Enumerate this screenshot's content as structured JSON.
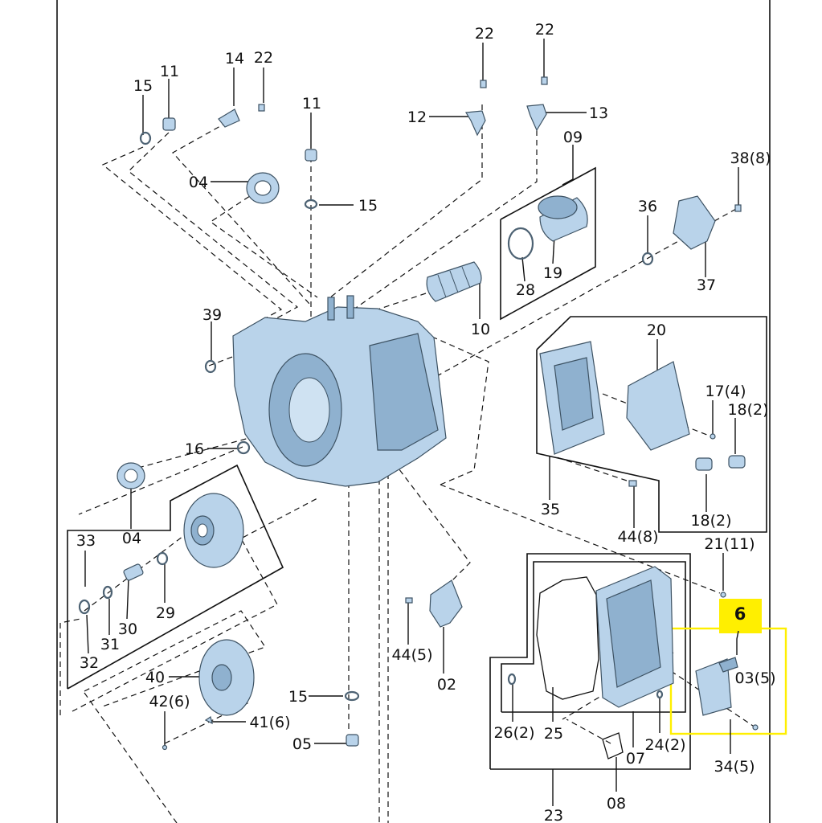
{
  "highlight": {
    "number": "6",
    "color": "#ffef00"
  },
  "labels": {
    "p15a": "15",
    "p11a": "11",
    "p14": "14",
    "p22a": "22",
    "p11b": "11",
    "p22b": "22",
    "p22c": "22",
    "p12": "12",
    "p13": "13",
    "p09": "09",
    "p38": "38(8)",
    "p04a": "04",
    "p15b": "15",
    "p36": "36",
    "p37": "37",
    "p28": "28",
    "p19": "19",
    "p10": "10",
    "p39": "39",
    "p20": "20",
    "p17": "17(4)",
    "p18a": "18(2)",
    "p16": "16",
    "p35": "35",
    "p18b": "18(2)",
    "p44a": "44(8)",
    "p04b": "04",
    "p33": "33",
    "p21": "21(11)",
    "p29": "29",
    "p30": "30",
    "p31": "31",
    "p32": "32",
    "p44b": "44(5)",
    "p02": "02",
    "p03": "03(5)",
    "p40": "40",
    "p15c": "15",
    "p42": "42(6)",
    "p41": "41(6)",
    "p05": "05",
    "p26": "26(2)",
    "p25": "25",
    "p24": "24(2)",
    "p07": "07",
    "p34": "34(5)",
    "p08": "08",
    "p23": "23"
  }
}
